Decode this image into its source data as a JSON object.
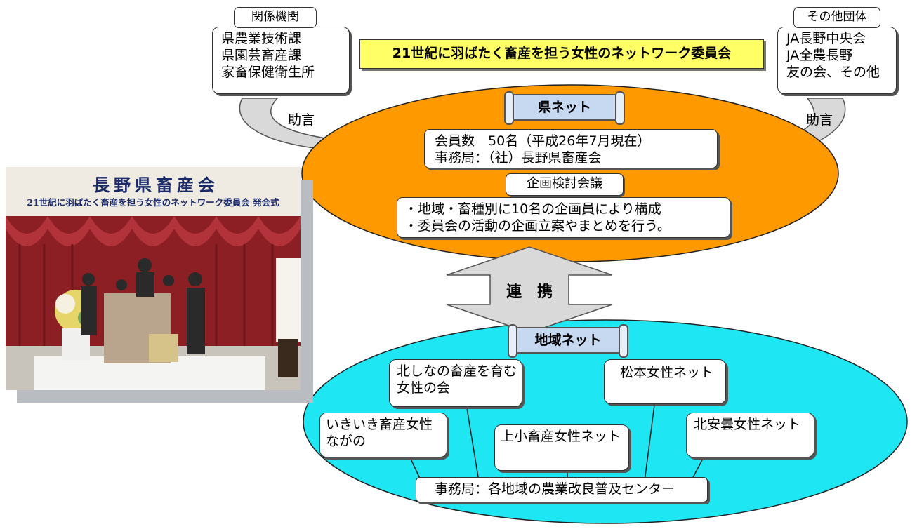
{
  "title_banner": "21世紀に羽ばたく畜産を担う女性のネットワーク委員会",
  "left_group": {
    "tag": "関係機関",
    "lines": [
      "県農業技術課",
      "県園芸畜産課",
      "家畜保健衛生所"
    ],
    "arrow_label": "助言"
  },
  "right_group": {
    "tag": "その他団体",
    "lines": [
      "JA長野中央会",
      "JA全農長野",
      "友の会、その他"
    ],
    "arrow_label": "助言"
  },
  "prefecture_net": {
    "title": "県ネット",
    "info_lines": [
      "会員数　50名（平成26年7月現在）",
      "事務局：（社）長野県畜産会"
    ],
    "planning_title": "企画検討会議",
    "planning_lines": [
      "・地域・畜種別に10名の企画員により構成",
      "・委員会の活動の企画立案やまとめを行う。"
    ]
  },
  "link_label": "連　携",
  "regional_net": {
    "title": "地域ネット",
    "groups": [
      "北しなの畜産を育む女性の会",
      "松本女性ネット",
      "いきいき畜産女性ながの",
      "上小畜産女性ネット",
      "北安曇女性ネット"
    ],
    "office": "事務局：各地域の農業改良普及センター"
  },
  "photo": {
    "sign_line1": "長野県畜産会",
    "sign_line2": "21世紀に羽ばたく畜産を担う女性のネットワーク委員会 発会式"
  },
  "colors": {
    "orange": "#ff9900",
    "cyan": "#1ee6f2",
    "banner": "#ffff66",
    "scroll": "#c6d9f1"
  }
}
